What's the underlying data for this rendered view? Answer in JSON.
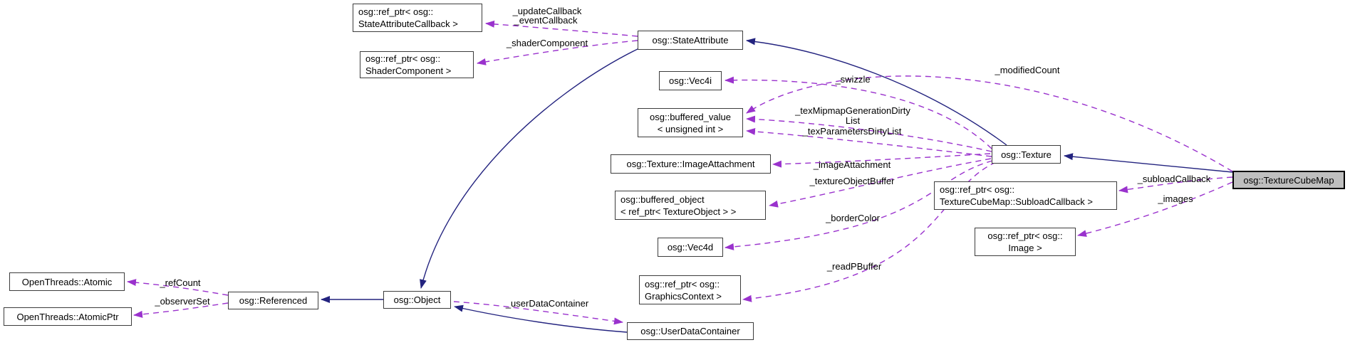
{
  "diagram": {
    "kind": "class-collaboration-graph",
    "main_class": "osg::TextureCubeMap",
    "colors": {
      "background": "#ffffff",
      "inheritance_edge": "#23237f",
      "usage_edge": "#9a32cd",
      "node_fill": "#ffffff",
      "main_node_fill": "#bfbfbf",
      "node_border": "#3c3c3c",
      "text": "#000000"
    },
    "nodes": [
      {
        "id": "ref-stateattributecallback",
        "label": "osg::ref_ptr< osg::\nStateAttributeCallback >"
      },
      {
        "id": "ref-shadercomponent",
        "label": "osg::ref_ptr< osg::\nShaderComponent >"
      },
      {
        "id": "stateattribute",
        "label": "osg::StateAttribute"
      },
      {
        "id": "vec4i",
        "label": "osg::Vec4i"
      },
      {
        "id": "buffered-value",
        "label": "osg::buffered_value\n< unsigned int >"
      },
      {
        "id": "imageattachment",
        "label": "osg::Texture::ImageAttachment"
      },
      {
        "id": "buffered-object",
        "label": "osg::buffered_object\n< ref_ptr< TextureObject > >"
      },
      {
        "id": "vec4d",
        "label": "osg::Vec4d"
      },
      {
        "id": "ref-graphicscontext",
        "label": "osg::ref_ptr< osg::\nGraphicsContext >"
      },
      {
        "id": "texture",
        "label": "osg::Texture"
      },
      {
        "id": "ref-subloadcallback",
        "label": "osg::ref_ptr< osg::\nTextureCubeMap::SubloadCallback >"
      },
      {
        "id": "ref-image",
        "label": "osg::ref_ptr< osg::\nImage >"
      },
      {
        "id": "texturecubemap",
        "label": "osg::TextureCubeMap",
        "main": true
      },
      {
        "id": "atomic",
        "label": "OpenThreads::Atomic"
      },
      {
        "id": "atomicptr",
        "label": "OpenThreads::AtomicPtr"
      },
      {
        "id": "referenced",
        "label": "osg::Referenced"
      },
      {
        "id": "object",
        "label": "osg::Object"
      },
      {
        "id": "userdatacontainer",
        "label": "osg::UserDataContainer"
      }
    ],
    "edges": [
      {
        "id": "e1",
        "kind": "inheritance",
        "from": "osg::Texture",
        "to": "osg::StateAttribute",
        "labels": []
      },
      {
        "id": "e2",
        "kind": "inheritance",
        "from": "osg::TextureCubeMap",
        "to": "osg::Texture",
        "labels": []
      },
      {
        "id": "e3",
        "kind": "inheritance",
        "from": "osg::StateAttribute",
        "to": "osg::Object",
        "labels": []
      },
      {
        "id": "e4",
        "kind": "inheritance",
        "from": "osg::Object",
        "to": "osg::Referenced",
        "labels": []
      },
      {
        "id": "e5",
        "kind": "inheritance",
        "from": "osg::UserDataContainer",
        "to": "osg::Object",
        "labels": []
      },
      {
        "id": "u1",
        "kind": "usage",
        "from": "osg::StateAttribute",
        "to": "osg::ref_ptr< osg::StateAttributeCallback >",
        "labels": [
          "_updateCallback",
          "_eventCallback"
        ]
      },
      {
        "id": "u2",
        "kind": "usage",
        "from": "osg::StateAttribute",
        "to": "osg::ref_ptr< osg::ShaderComponent >",
        "labels": [
          "_shaderComponent"
        ]
      },
      {
        "id": "u3",
        "kind": "usage",
        "from": "osg::Texture",
        "to": "osg::Vec4i",
        "labels": [
          "_swizzle"
        ]
      },
      {
        "id": "u4",
        "kind": "usage",
        "from": "osg::TextureCubeMap",
        "to": "osg::buffered_value< unsigned int >",
        "labels": [
          "_modifiedCount"
        ]
      },
      {
        "id": "u5",
        "kind": "usage",
        "from": "osg::Texture",
        "to": "osg::buffered_value< unsigned int >",
        "labels": [
          "_texMipmapGenerationDirty\nList"
        ]
      },
      {
        "id": "u6",
        "kind": "usage",
        "from": "osg::Texture",
        "to": "osg::buffered_value< unsigned int >",
        "labels": [
          "_texParametersDirtyList"
        ]
      },
      {
        "id": "u7",
        "kind": "usage",
        "from": "osg::Texture",
        "to": "osg::Texture::ImageAttachment",
        "labels": [
          "_imageAttachment"
        ]
      },
      {
        "id": "u8",
        "kind": "usage",
        "from": "osg::Texture",
        "to": "osg::buffered_object< ref_ptr< TextureObject > >",
        "labels": [
          "_textureObjectBuffer"
        ]
      },
      {
        "id": "u9",
        "kind": "usage",
        "from": "osg::Texture",
        "to": "osg::Vec4d",
        "labels": [
          "_borderColor"
        ]
      },
      {
        "id": "u10",
        "kind": "usage",
        "from": "osg::Texture",
        "to": "osg::ref_ptr< osg::GraphicsContext >",
        "labels": [
          "_readPBuffer"
        ]
      },
      {
        "id": "u11",
        "kind": "usage",
        "from": "osg::TextureCubeMap",
        "to": "osg::ref_ptr< osg::TextureCubeMap::SubloadCallback >",
        "labels": [
          "_subloadCallback"
        ]
      },
      {
        "id": "u12",
        "kind": "usage",
        "from": "osg::TextureCubeMap",
        "to": "osg::ref_ptr< osg::Image >",
        "labels": [
          "_images"
        ]
      },
      {
        "id": "u13",
        "kind": "usage",
        "from": "osg::Referenced",
        "to": "OpenThreads::Atomic",
        "labels": [
          "_refCount"
        ]
      },
      {
        "id": "u14",
        "kind": "usage",
        "from": "osg::Referenced",
        "to": "OpenThreads::AtomicPtr",
        "labels": [
          "_observerSet"
        ]
      },
      {
        "id": "u15",
        "kind": "usage",
        "from": "osg::Object",
        "to": "osg::UserDataContainer",
        "labels": [
          "_userDataContainer"
        ]
      }
    ]
  }
}
